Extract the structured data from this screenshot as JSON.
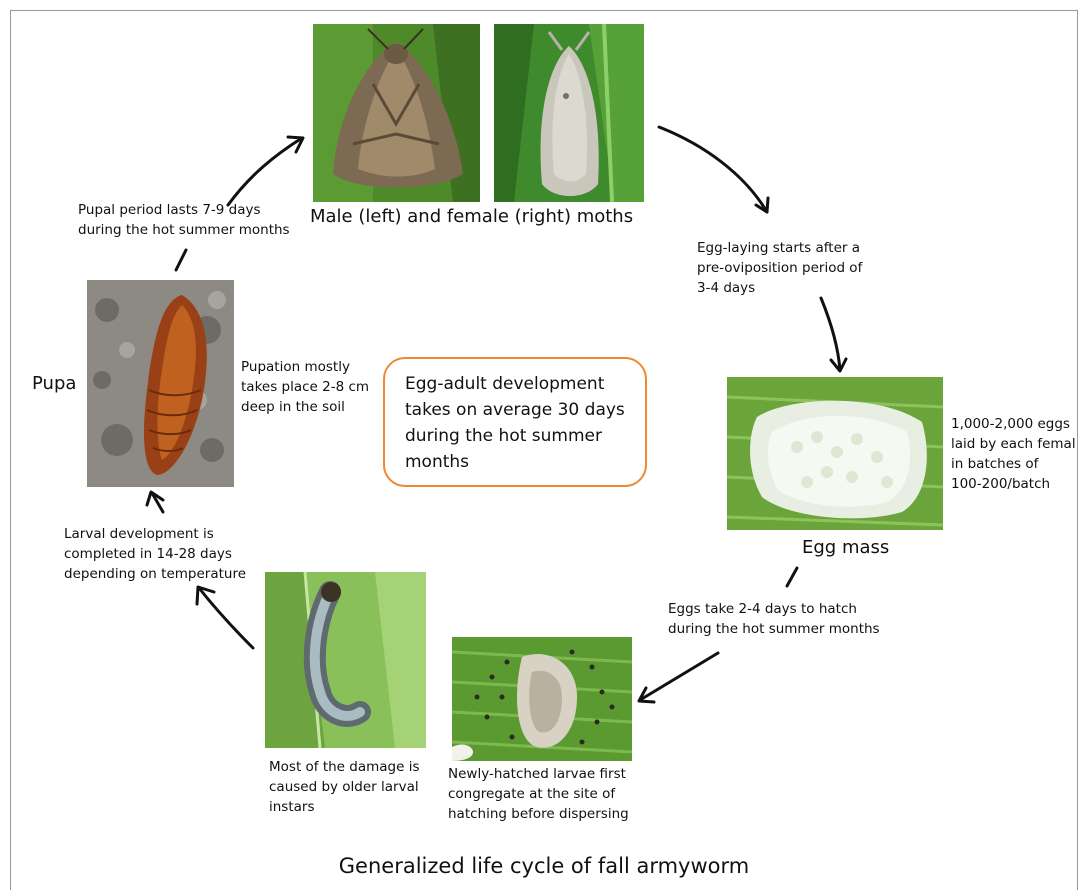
{
  "stages": {
    "moths": {
      "label": "Male (left) and female (right) moths",
      "icon_left": "male-moth-photo",
      "icon_right": "female-moth-photo"
    },
    "egg_mass": {
      "label": "Egg mass",
      "note": "1,000-2,000 eggs\nlaid by each femal\nin batches of\n100-200/batch",
      "icon": "egg-mass-photo"
    },
    "hatchlings": {
      "note": "Newly-hatched larvae first\ncongregate at the site of\nhatching before dispersing",
      "icon": "hatchling-larvae-photo"
    },
    "larva": {
      "note": "Most of the damage is\ncaused by older larval\ninstars",
      "icon": "larva-photo"
    },
    "pupa": {
      "label": "Pupa",
      "note": "Pupation mostly\ntakes place 2-8 cm\ndeep in the soil",
      "icon": "pupa-photo"
    }
  },
  "transitions": {
    "pupa_to_moth": "Pupal period lasts 7-9 days\nduring the hot summer months",
    "moth_to_egg": "Egg-laying starts after a\npre-oviposition period of\n3-4 days",
    "egg_to_hatch": "Eggs take 2-4 days to hatch\nduring the hot summer months",
    "larva_to_pupa": "Larval development is\ncompleted in 14-28 days\ndepending on temperature"
  },
  "center_note": "Egg-adult development\ntakes on average 30 days\nduring the hot summer\nmonths",
  "caption": "Generalized life cycle of fall armyworm",
  "colors": {
    "center_border": "#ee8a2f",
    "frame_border": "#9a9a9a",
    "arrow": "#111111"
  }
}
